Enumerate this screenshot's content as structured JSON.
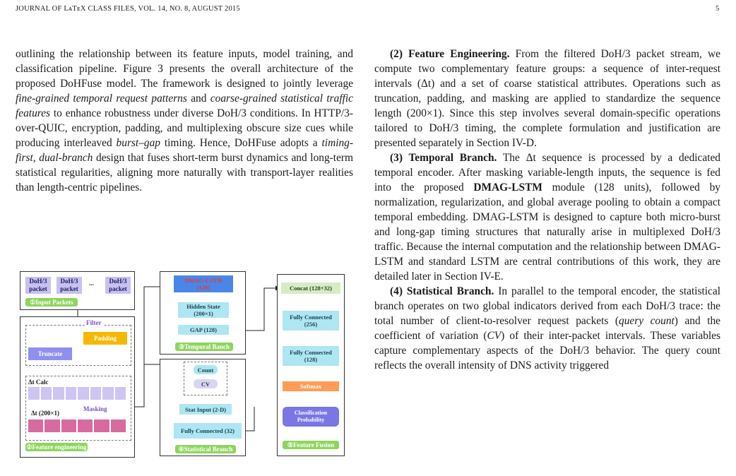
{
  "header": {
    "journal": "JOURNAL OF LᴀTᴇX CLASS FILES, VOL. 14, NO. 8, AUGUST 2015",
    "page_number": "5"
  },
  "left_column": {
    "p1_a": "outlining the relationship between its feature inputs, model training, and classification pipeline. Figure 3 presents the overall architecture of the proposed DoHFuse model. The framework is designed to jointly leverage ",
    "p1_em1": "fine-grained temporal request patterns",
    "p1_b": " and ",
    "p1_em2": "coarse-grained statistical traffic features",
    "p1_c": " to enhance robustness under diverse DoH/3 conditions. In HTTP/3-over-QUIC, encryption, padding, and multiplexing obscure size cues while producing interleaved ",
    "p1_em3": "burst–gap",
    "p1_d": " timing. Hence, DoHFuse adopts a ",
    "p1_em4": "timing-first, dual-branch",
    "p1_e": " design that fuses short-term burst dynamics and long-term statistical regularities, aligning more naturally with transport-layer realities than length-centric pipelines."
  },
  "right_column": {
    "p2_head": "(2) Feature Engineering.",
    "p2_text": " From the filtered DoH/3 packet stream, we compute two complementary feature groups: a sequence of inter-request intervals (Δt) and a set of coarse statistical attributes. Operations such as truncation, padding, and masking are applied to standardize the sequence length (200×1). Since this step involves several domain-specific operations tailored to DoH/3 timing, the complete formulation and justification are presented separately in Section IV-D.",
    "p3_head": "(3) Temporal Branch.",
    "p3_a": " The Δt sequence is processed by a dedicated temporal encoder. After masking variable-length inputs, the sequence is fed into the proposed ",
    "p3_bold": "DMAG-LSTM",
    "p3_b": " module (128 units), followed by normalization, regularization, and global average pooling to obtain a compact temporal embedding. DMAG-LSTM is designed to capture both micro-burst and long-gap timing structures that naturally arise in multiplexed DoH/3 traffic. Because the internal computation and the relationship between DMAG-LSTM and standard LSTM are central contributions of this work, they are detailed later in Section IV-E.",
    "p4_head": "(4) Statistical Branch.",
    "p4_a": " In parallel to the temporal encoder, the statistical branch operates on two global indicators derived from each DoH/3 trace: the total number of client-to-resolver request packets (",
    "p4_em1": "query count",
    "p4_b": ") and the coefficient of variation (",
    "p4_em2": "CV",
    "p4_c": ") of their inter-packet intervals. These variables capture complementary aspects of the DoH/3 behavior. The query count reflects the overall intensity of DNS activity triggered"
  },
  "figure": {
    "input": {
      "packet1": "DoH/3 packet",
      "packet2": "DoH/3 packet",
      "ellipsis": "...",
      "packet3": "DoH/3 packet",
      "label": "①Input Packets"
    },
    "feature": {
      "filter": "Filter",
      "padding": "Padding",
      "truncate": "Truncate",
      "dt_calc": "Δt Calc",
      "masking": "Masking",
      "dt_size": "Δt (200×1)",
      "label": "②Feature engineering"
    },
    "temporal": {
      "dmag": "DMAG-LSTM",
      "dmag_units": "(128)",
      "hidden": "Hidden State",
      "hidden_size": "(200×1)",
      "gap": "GAP (128)",
      "label": "③Temporal Banch"
    },
    "statistical": {
      "count": "Count",
      "cv": "CV",
      "stat_input": "Stat Input (2-D)",
      "fc": "Fully Connected (32)",
      "label": "④Statistical Branch"
    },
    "fusion": {
      "concat": "Concat (128+32)",
      "fc1": "Fully Connected",
      "fc1_units": "(256)",
      "fc2": "Fully Connected",
      "fc2_units": "(128)",
      "softmax": "Softmax",
      "cls": "Classification",
      "cls2": "Probability",
      "label": "⑤Feature Fusion"
    },
    "colors": {
      "packet": "#c7c1ee",
      "label": "#8fd45e",
      "padding": "#f5b800",
      "truncate": "#8f8ff2",
      "dmag": "#4a86e8",
      "cyan": "#aee6f2",
      "softmax": "#ff9d57",
      "classification": "#7a76e6",
      "strip_top": "#cfc4f2",
      "strip_bottom": "#d86aa0"
    }
  }
}
